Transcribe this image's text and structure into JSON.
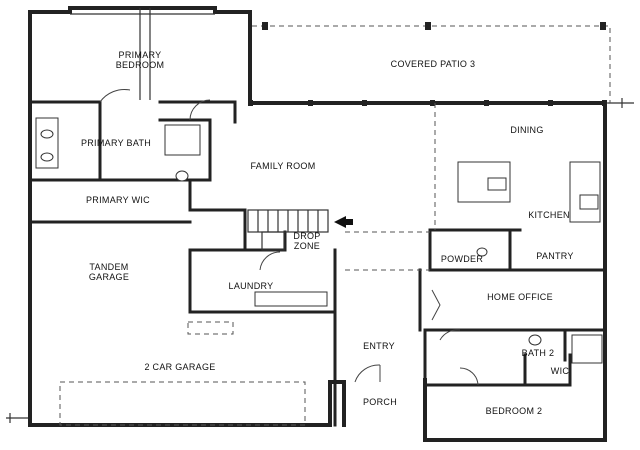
{
  "rooms": {
    "primary_bedroom": "PRIMARY\nBEDROOM",
    "covered_patio": "COVERED PATIO 3",
    "primary_bath": "PRIMARY BATH",
    "dining": "DINING",
    "family_room": "FAMILY ROOM",
    "primary_wic": "PRIMARY WIC",
    "kitchen": "KITCHEN",
    "tandem_garage": "TANDEM\nGARAGE",
    "drop_zone": "DROP\nZONE",
    "powder": "POWDER",
    "pantry": "PANTRY",
    "laundry": "LAUNDRY",
    "home_office": "HOME OFFICE",
    "entry": "ENTRY",
    "bath_2": "BATH 2",
    "two_car_garage": "2 CAR GARAGE",
    "wic": "WIC",
    "porch": "PORCH",
    "bedroom_2": "BEDROOM 2"
  },
  "symbols": {
    "entry_arrow": "arrow-left-icon"
  }
}
